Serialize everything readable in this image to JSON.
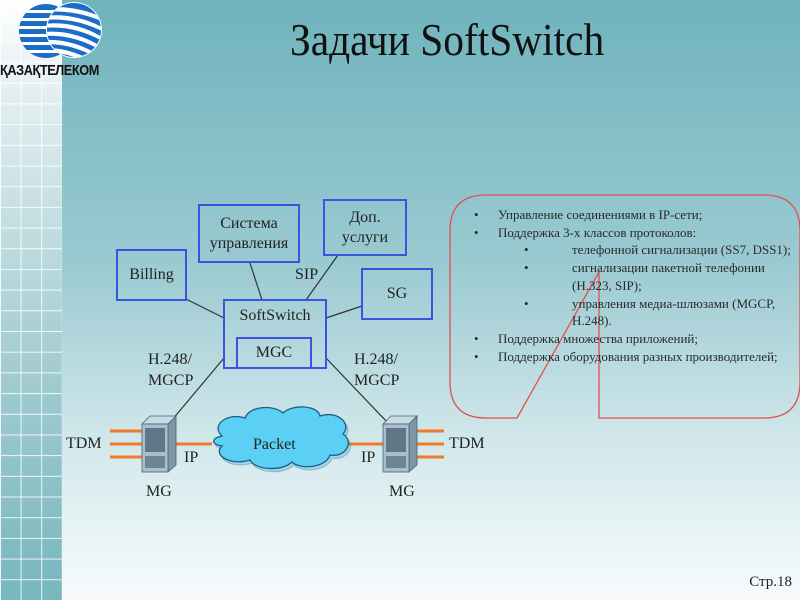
{
  "logo": {
    "icon": "globe-stripes-logo",
    "text": "ҚАЗАҚТЕЛЕКОМ"
  },
  "title": "Задачи SoftSwitch",
  "diagram": {
    "boxes": {
      "billing": "Billing",
      "system_line1": "Система",
      "system_line2": "управления",
      "dop_line1": "Доп.",
      "dop_line2": "услуги",
      "sg": "SG",
      "softswitch": "SoftSwitch",
      "mgc": "MGC"
    },
    "labels": {
      "sip": "SIP",
      "h248_left_1": "H.248/",
      "h248_left_2": "MGCP",
      "h248_right_1": "H.248/",
      "h248_right_2": "MGCP",
      "tdm_left": "TDM",
      "tdm_right": "TDM",
      "ip_left": "IP",
      "ip_right": "IP",
      "packet": "Packet",
      "mg_left": "MG",
      "mg_right": "MG"
    },
    "colors": {
      "box_border": "#3a54e0",
      "tdm_lines": "#f07a2a",
      "cloud": "#4cc3ee",
      "callout_border": "#e05050"
    }
  },
  "tasks": {
    "items": [
      {
        "text": "Управление соединениями в IP-сети;",
        "level": 1
      },
      {
        "text": "Поддержка 3-х классов протоколов:",
        "level": 1
      },
      {
        "text": "телефонной сигнализации (SS7, DSS1);",
        "level": 2
      },
      {
        "text": "сигнализации пакетной телефонии (H.323, SIP);",
        "level": 2
      },
      {
        "text": "управления медиа-шлюзами (MGCP, H.248).",
        "level": 2
      },
      {
        "text": "Поддержка множества приложений;",
        "level": 1
      },
      {
        "text": "Поддержка оборудования разных производителей;",
        "level": 1
      }
    ]
  },
  "page_number": "Стр.18"
}
